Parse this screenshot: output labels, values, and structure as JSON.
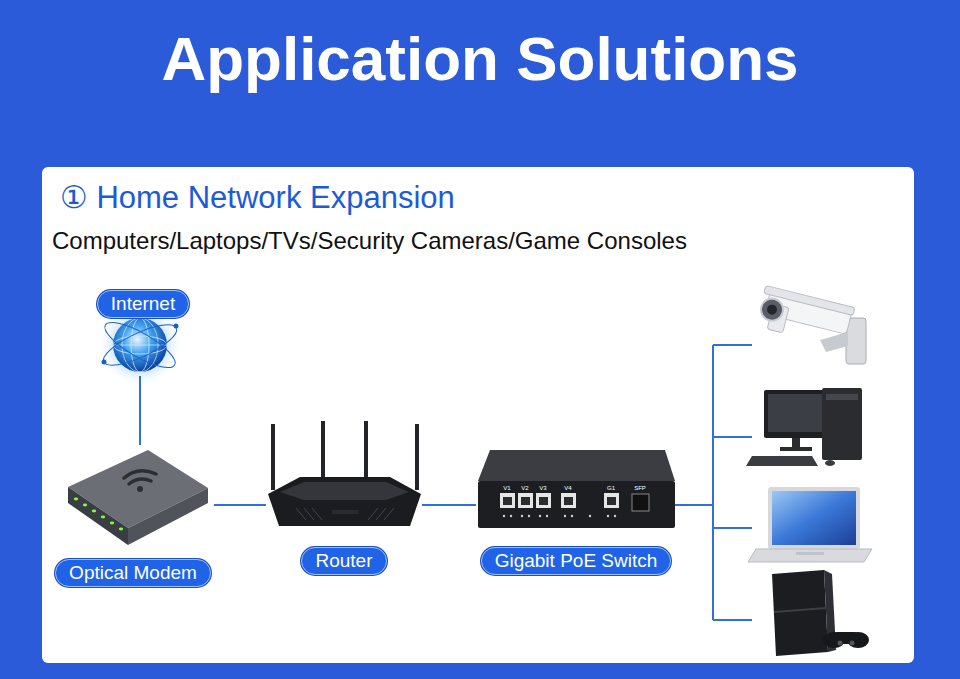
{
  "diagram": {
    "title": "Application Solutions",
    "nodes": [
      {
        "text": [
          "Internet"
        ]
      },
      {
        "text": [
          "Optical Modem"
        ]
      },
      {
        "text": [
          "Router"
        ]
      },
      {
        "text": [
          "Gigabit PoE Switch"
        ]
      }
    ],
    "edges": [
      {
        "from": 0,
        "to": 1,
        "arrow": "none"
      },
      {
        "from": 1,
        "to": 2,
        "arrow": "none"
      },
      {
        "from": 2,
        "to": 3,
        "arrow": "none"
      }
    ],
    "labels": [
      "① Home Network Expansion",
      "Computers/Laptops/TVs/Security Cameras/Game Consoles",
      "V1",
      "V2",
      "V3",
      "V4",
      "G1",
      "SFP"
    ]
  }
}
